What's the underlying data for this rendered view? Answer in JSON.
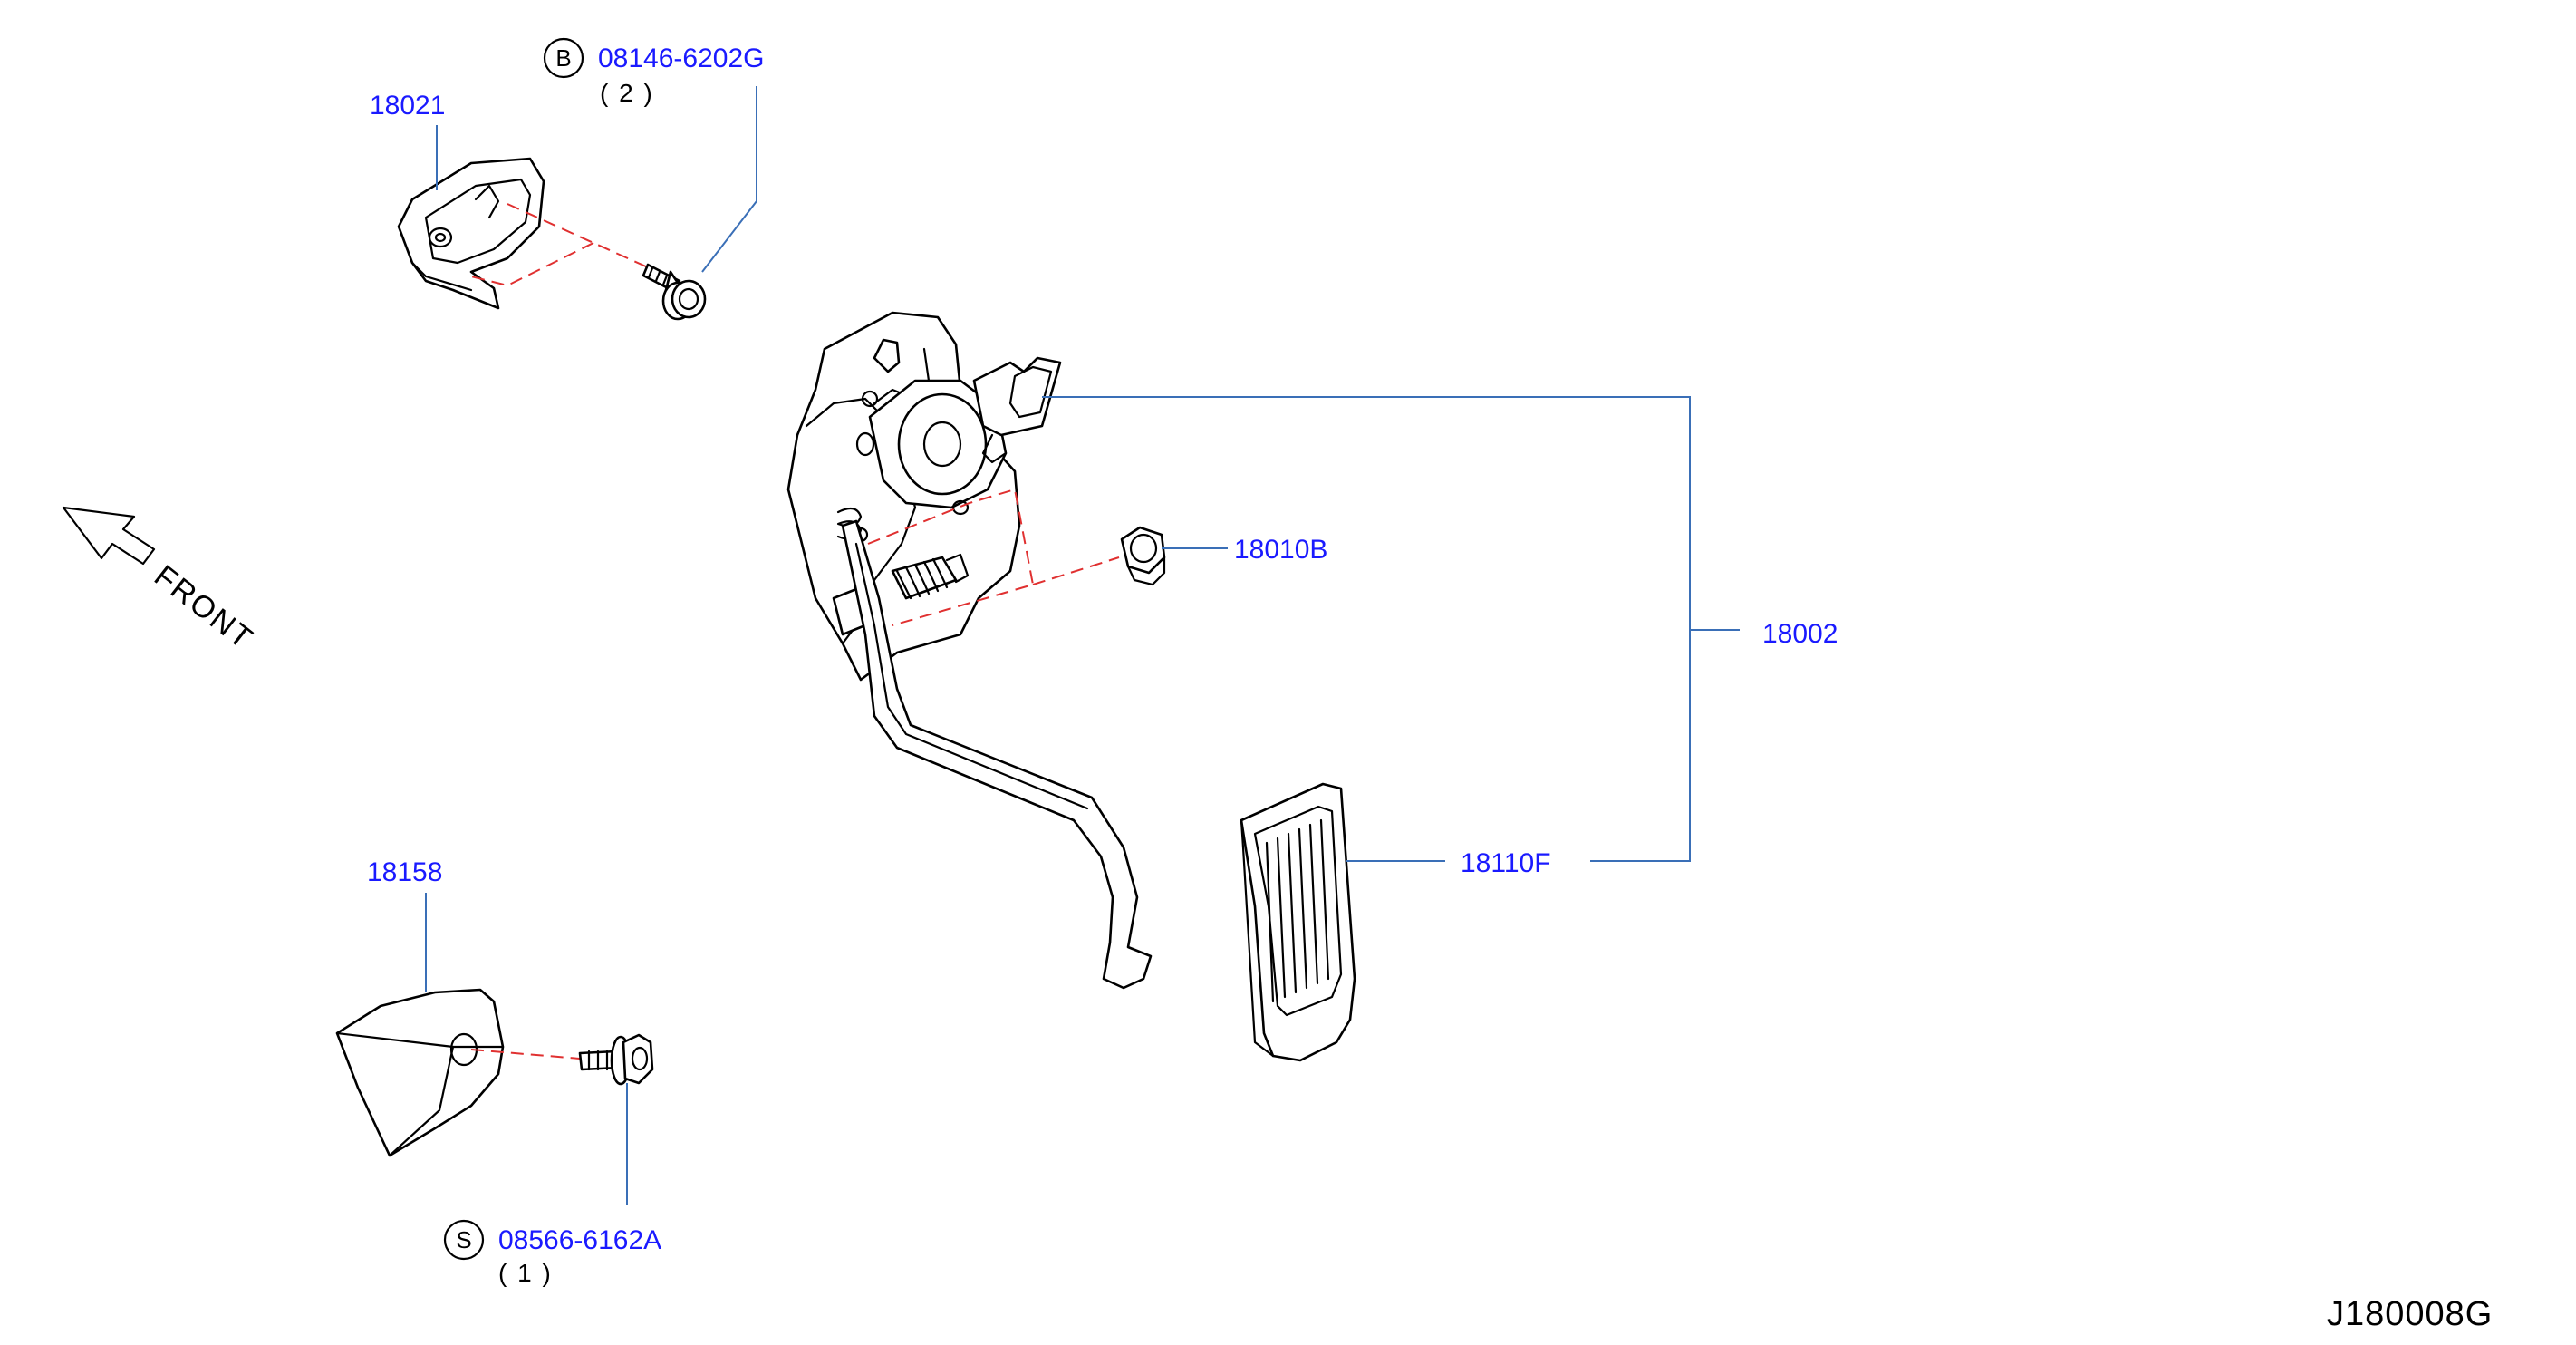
{
  "orientation_label": "FRONT",
  "diagram_ref": "J180008G",
  "callouts": {
    "bolt_b": {
      "code_letter": "B",
      "part_no": "08146-6202G",
      "qty": "( 2 )"
    },
    "bracket": {
      "part_no": "18021"
    },
    "nut": {
      "part_no": "18010B"
    },
    "pedal_assy": {
      "part_no": "18002"
    },
    "pedal_pad": {
      "part_no": "18110F"
    },
    "stopper": {
      "part_no": "18158"
    },
    "bolt_s": {
      "code_letter": "S",
      "part_no": "08566-6162A",
      "qty": "( 1 )"
    }
  },
  "colors": {
    "part_number": "#1a1aff",
    "leader_line": "#3a6fb7",
    "alignment_dash": "#e03030",
    "line_art": "#000000"
  }
}
